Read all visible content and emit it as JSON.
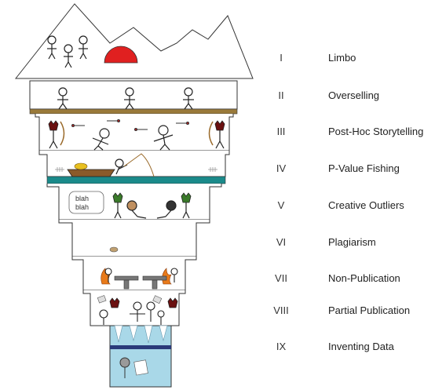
{
  "circles": [
    {
      "numeral": "I",
      "name": "Limbo"
    },
    {
      "numeral": "II",
      "name": "Overselling"
    },
    {
      "numeral": "III",
      "name": "Post-Hoc Storytelling"
    },
    {
      "numeral": "IV",
      "name": "P-Value Fishing"
    },
    {
      "numeral": "V",
      "name": "Creative Outliers"
    },
    {
      "numeral": "VI",
      "name": "Plagiarism"
    },
    {
      "numeral": "VII",
      "name": "Non-Publication"
    },
    {
      "numeral": "VIII",
      "name": "Partial Publication"
    },
    {
      "numeral": "IX",
      "name": "Inventing Data"
    }
  ],
  "speech_bubble": {
    "line1": "blah",
    "line2": "blah"
  },
  "colors": {
    "sun": "#e02020",
    "floor_wood": "#9a7a3a",
    "water": "#1a8a8a",
    "ice": "#a9d8e8",
    "dark_band": "#2a3a7a",
    "flame": "#e87a1a",
    "devil": "#6a1010"
  }
}
